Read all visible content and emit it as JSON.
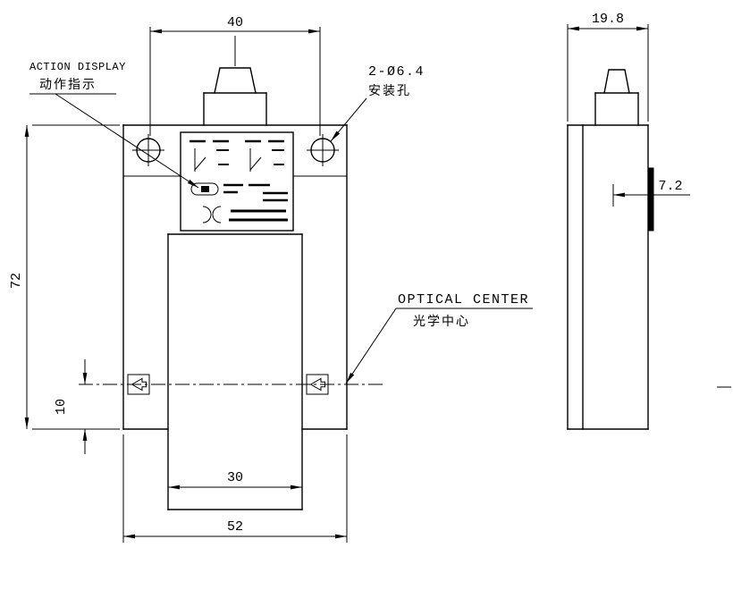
{
  "front_view": {
    "dims": {
      "hole_spacing": "40",
      "height": "72",
      "optical_to_bottom": "10",
      "slot_width": "30",
      "overall_width": "52"
    },
    "annotations": {
      "action_display": {
        "en": "ACTION DISPLAY",
        "zh": "动作指示"
      },
      "mounting_holes": {
        "en": "2-Ø6.4",
        "zh": "安装孔"
      },
      "optical_center": {
        "en": "OPTICAL CENTER",
        "zh": "光学中心"
      }
    }
  },
  "side_view": {
    "dims": {
      "depth": "19.8",
      "lens_offset": "7.2"
    }
  },
  "colors": {
    "line": "#000000",
    "background": "#ffffff"
  }
}
